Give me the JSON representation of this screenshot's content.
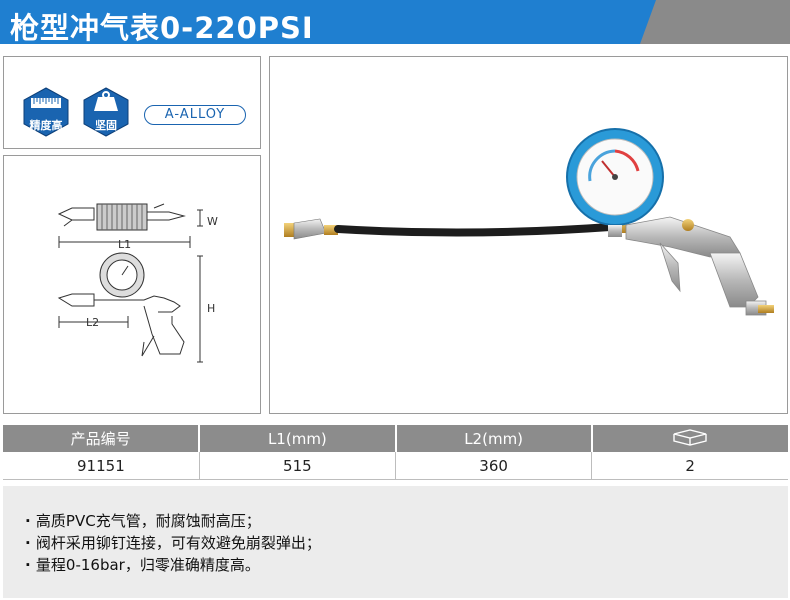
{
  "title": "枪型冲气表0-220PSI",
  "badges": [
    {
      "label": "精度高",
      "icon": "ruler-icon"
    },
    {
      "label": "坚固",
      "icon": "weight-icon"
    }
  ],
  "material": "A-ALLOY",
  "dimension_labels": {
    "w": "W",
    "l1": "L1",
    "l2": "L2",
    "h": "H"
  },
  "table": {
    "headers": [
      "产品编号",
      "L1(mm)",
      "L2(mm)"
    ],
    "package_icon": "box-icon",
    "row": [
      "91151",
      "515",
      "360",
      "2"
    ]
  },
  "features": [
    "高质PVC充气管，耐腐蚀耐高压；",
    "阀杆采用铆钉连接，可有效避免崩裂弹出；",
    "量程0-16bar，归零准确精度高。"
  ],
  "colors": {
    "brand_blue": "#1f7fd0",
    "header_gray": "#8c8c8c",
    "gauge_blue": "#2a9ad8"
  }
}
